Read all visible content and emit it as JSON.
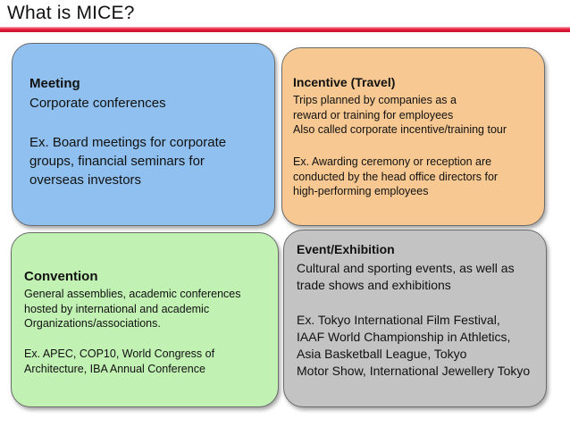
{
  "title": "What is MICE?",
  "meeting": {
    "heading": "Meeting",
    "line1": "Corporate conferences",
    "example": [
      "Ex. Board meetings for corporate",
      "groups, financial seminars for",
      "overseas investors"
    ]
  },
  "incentive": {
    "heading": "Incentive (Travel)",
    "desc": [
      "Trips planned by companies as a",
      "reward or training for employees",
      "Also called corporate incentive/training tour"
    ],
    "example": [
      "Ex. Awarding ceremony or reception are",
      "conducted by the head office directors for",
      "high-performing employees"
    ]
  },
  "convention": {
    "heading": "Convention",
    "desc": [
      "General assemblies, academic conferences",
      "hosted by international and academic",
      "Organizations/associations."
    ],
    "example": [
      "Ex. APEC, COP10, World Congress of",
      "Architecture, IBA Annual Conference"
    ]
  },
  "event": {
    "heading": "Event/Exhibition",
    "desc": [
      "Cultural and sporting events, as well as",
      "trade shows and exhibitions"
    ],
    "example": [
      "Ex. Tokyo International Film Festival,",
      "IAAF World Championship in Athletics,",
      "Asia Basketball League, Tokyo",
      "Motor Show, International Jewellery Tokyo"
    ]
  },
  "colors": {
    "meeting_bg": "#8fc0ef",
    "incentive_bg": "#f7c891",
    "convention_bg": "#c2f1b4",
    "event_bg": "#c3c3c3",
    "title_rule": "#e8203f"
  }
}
